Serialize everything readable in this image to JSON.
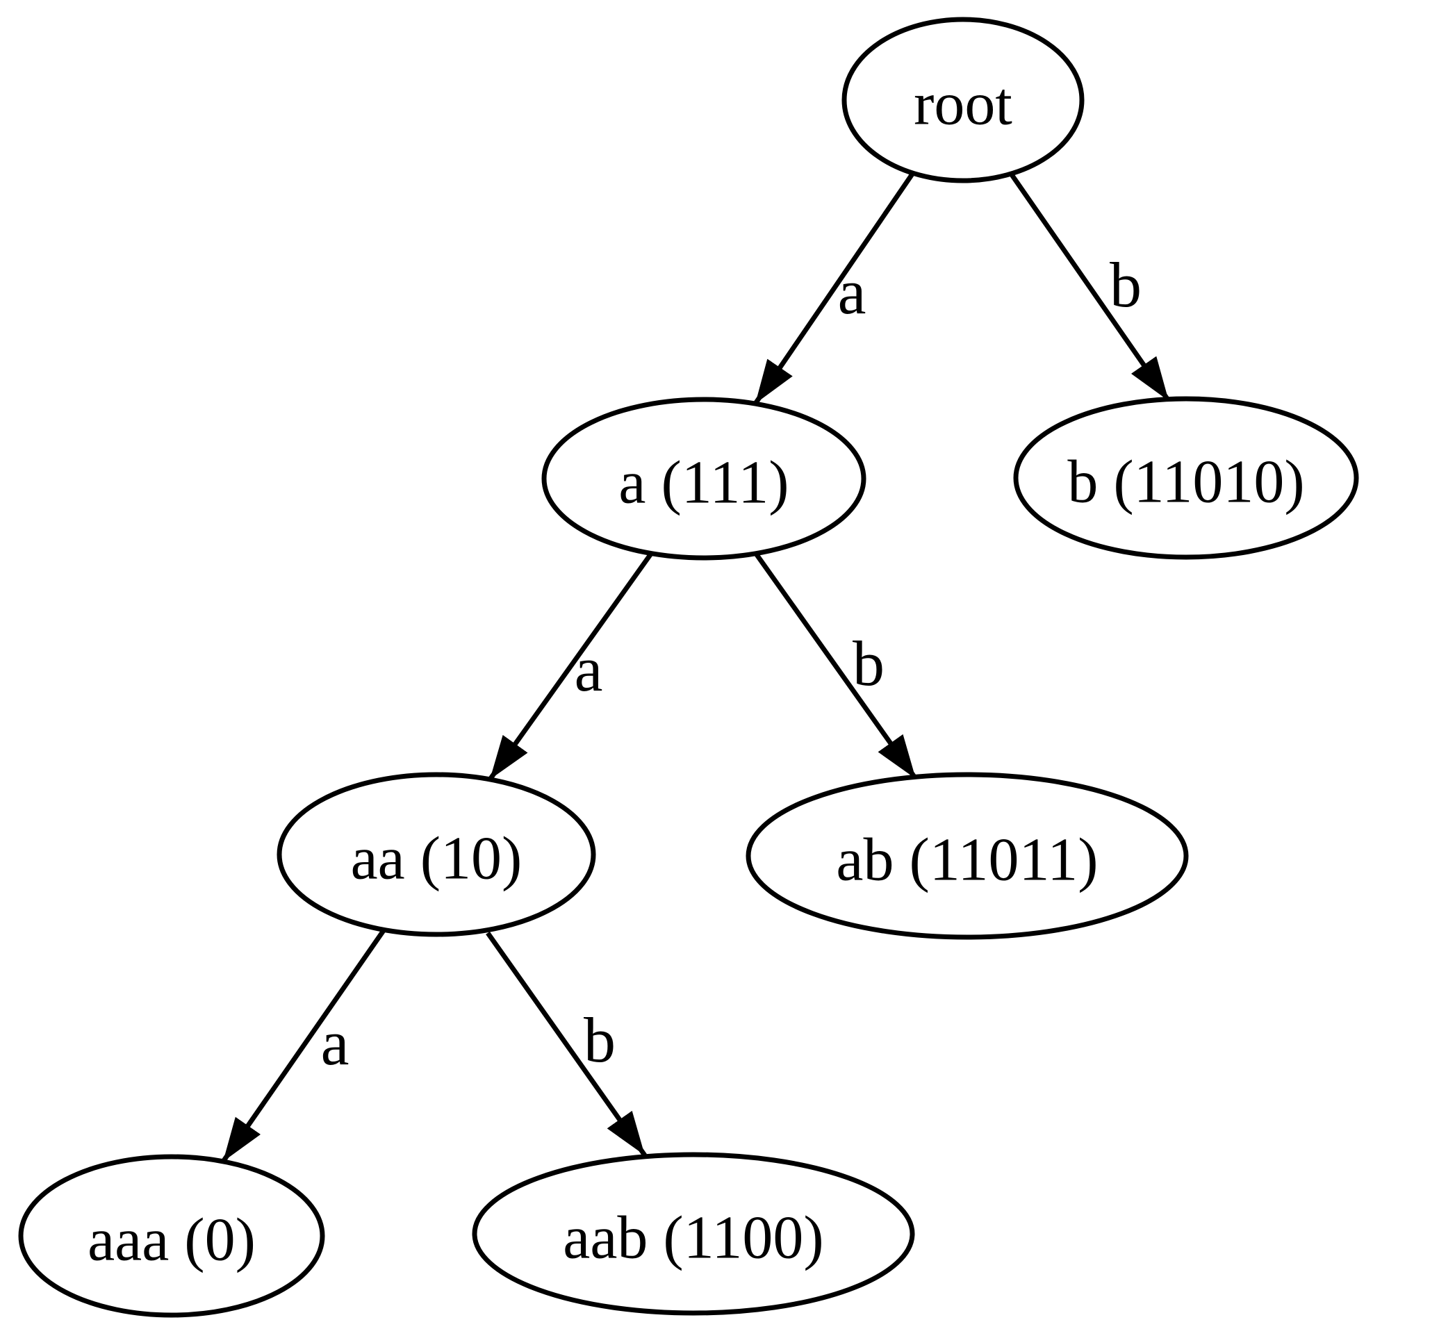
{
  "diagram": {
    "type": "directed-tree",
    "description": "Binary trie of strings with code values; edges labeled a and b",
    "colors": {
      "background": "#ffffff",
      "node_fill": "#ffffff",
      "stroke": "#000000",
      "text": "#000000"
    },
    "nodes": [
      {
        "id": "root",
        "label": "root"
      },
      {
        "id": "a",
        "label": "a (111)"
      },
      {
        "id": "b",
        "label": "b (11010)"
      },
      {
        "id": "aa",
        "label": "aa (10)"
      },
      {
        "id": "ab",
        "label": "ab (11011)"
      },
      {
        "id": "aaa",
        "label": "aaa (0)"
      },
      {
        "id": "aab",
        "label": "aab (1100)"
      }
    ],
    "edges": [
      {
        "from": "root",
        "to": "a",
        "label": "a"
      },
      {
        "from": "root",
        "to": "b",
        "label": "b"
      },
      {
        "from": "a",
        "to": "aa",
        "label": "a"
      },
      {
        "from": "a",
        "to": "ab",
        "label": "b"
      },
      {
        "from": "aa",
        "to": "aaa",
        "label": "a"
      },
      {
        "from": "aa",
        "to": "aab",
        "label": "b"
      }
    ]
  }
}
